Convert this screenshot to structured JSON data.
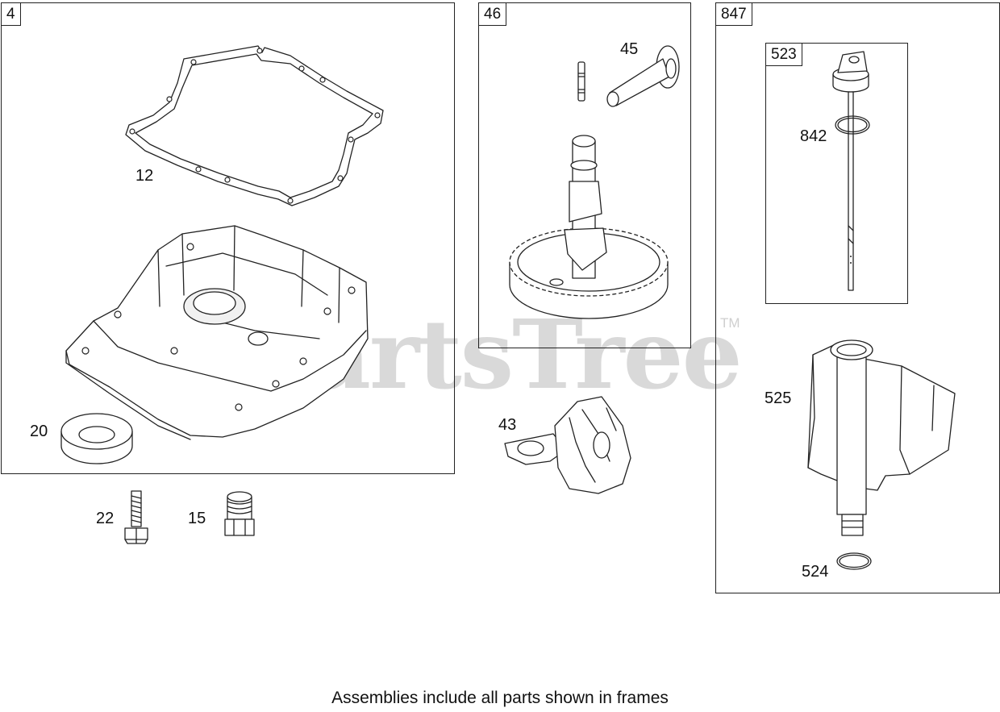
{
  "watermark": {
    "text": "PartsTree",
    "trademark": "TM"
  },
  "frames": {
    "crankcase": {
      "tag": "4"
    },
    "camshaft": {
      "tag": "46"
    },
    "dipstick_tube": {
      "tag": "847"
    },
    "dipstick": {
      "tag": "523"
    }
  },
  "callouts": {
    "gasket": "12",
    "seal": "20",
    "bolt": "22",
    "plug": "15",
    "pushrod": "45",
    "governor": "43",
    "oring_upper": "842",
    "tube": "525",
    "oring_lower": "524"
  },
  "footer": "Assemblies include all parts shown in frames"
}
